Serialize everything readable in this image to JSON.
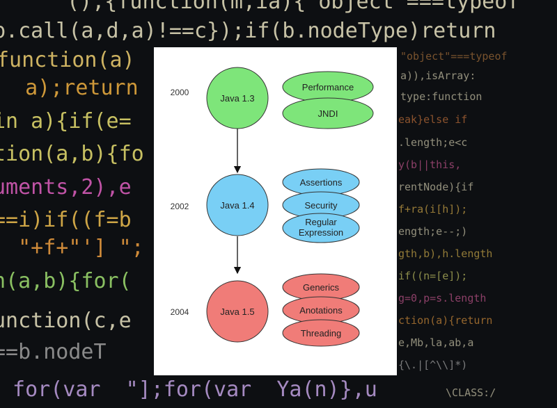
{
  "background_code": [
    "  (),{function(m,ia){\"object\"===typeof",
    "b.call(a,d,a)!==c});if(b.nodeType)return",
    "function(a) ",
    "  a);return ",
    "in a){if(e=",
    "tion(a,b){fo",
    "uments,2),e",
    "==i)if((f=b",
    "  \"+f+\"'] \";",
    "n(a,b){for(",
    "unction(c,e",
    "==b.nodeT",
    " for(var  \"];for(var  Ya(n)},u",
    "\"object\"===typeof",
    "a)),isArray:",
    "type:function",
    "eak}else if",
    ".length;e<c",
    "y(b||this,",
    "rentNode){if",
    "f+ra(i[h]);",
    "ength;e--;)",
    "gth,b),h.length",
    "if((n=[e]);",
    "g=0,p=s.length",
    "ction(a){return",
    "e,Mb,la,ab,a",
    "{\\.|[^\\\\]*)",
    "\\CLASS:/"
  ],
  "years": [
    "2000",
    "2002",
    "2004"
  ],
  "versions": [
    {
      "label": "Java 1.3",
      "color": "#7ee57a",
      "features": [
        "Performance",
        "JNDI"
      ]
    },
    {
      "label": "Java 1.4",
      "color": "#79cff5",
      "features": [
        "Assertions",
        "Security",
        "Regular Expression"
      ]
    },
    {
      "label": "Java 1.5",
      "color": "#f07c78",
      "features": [
        "Generics",
        "Anotations",
        "Threading"
      ]
    }
  ]
}
